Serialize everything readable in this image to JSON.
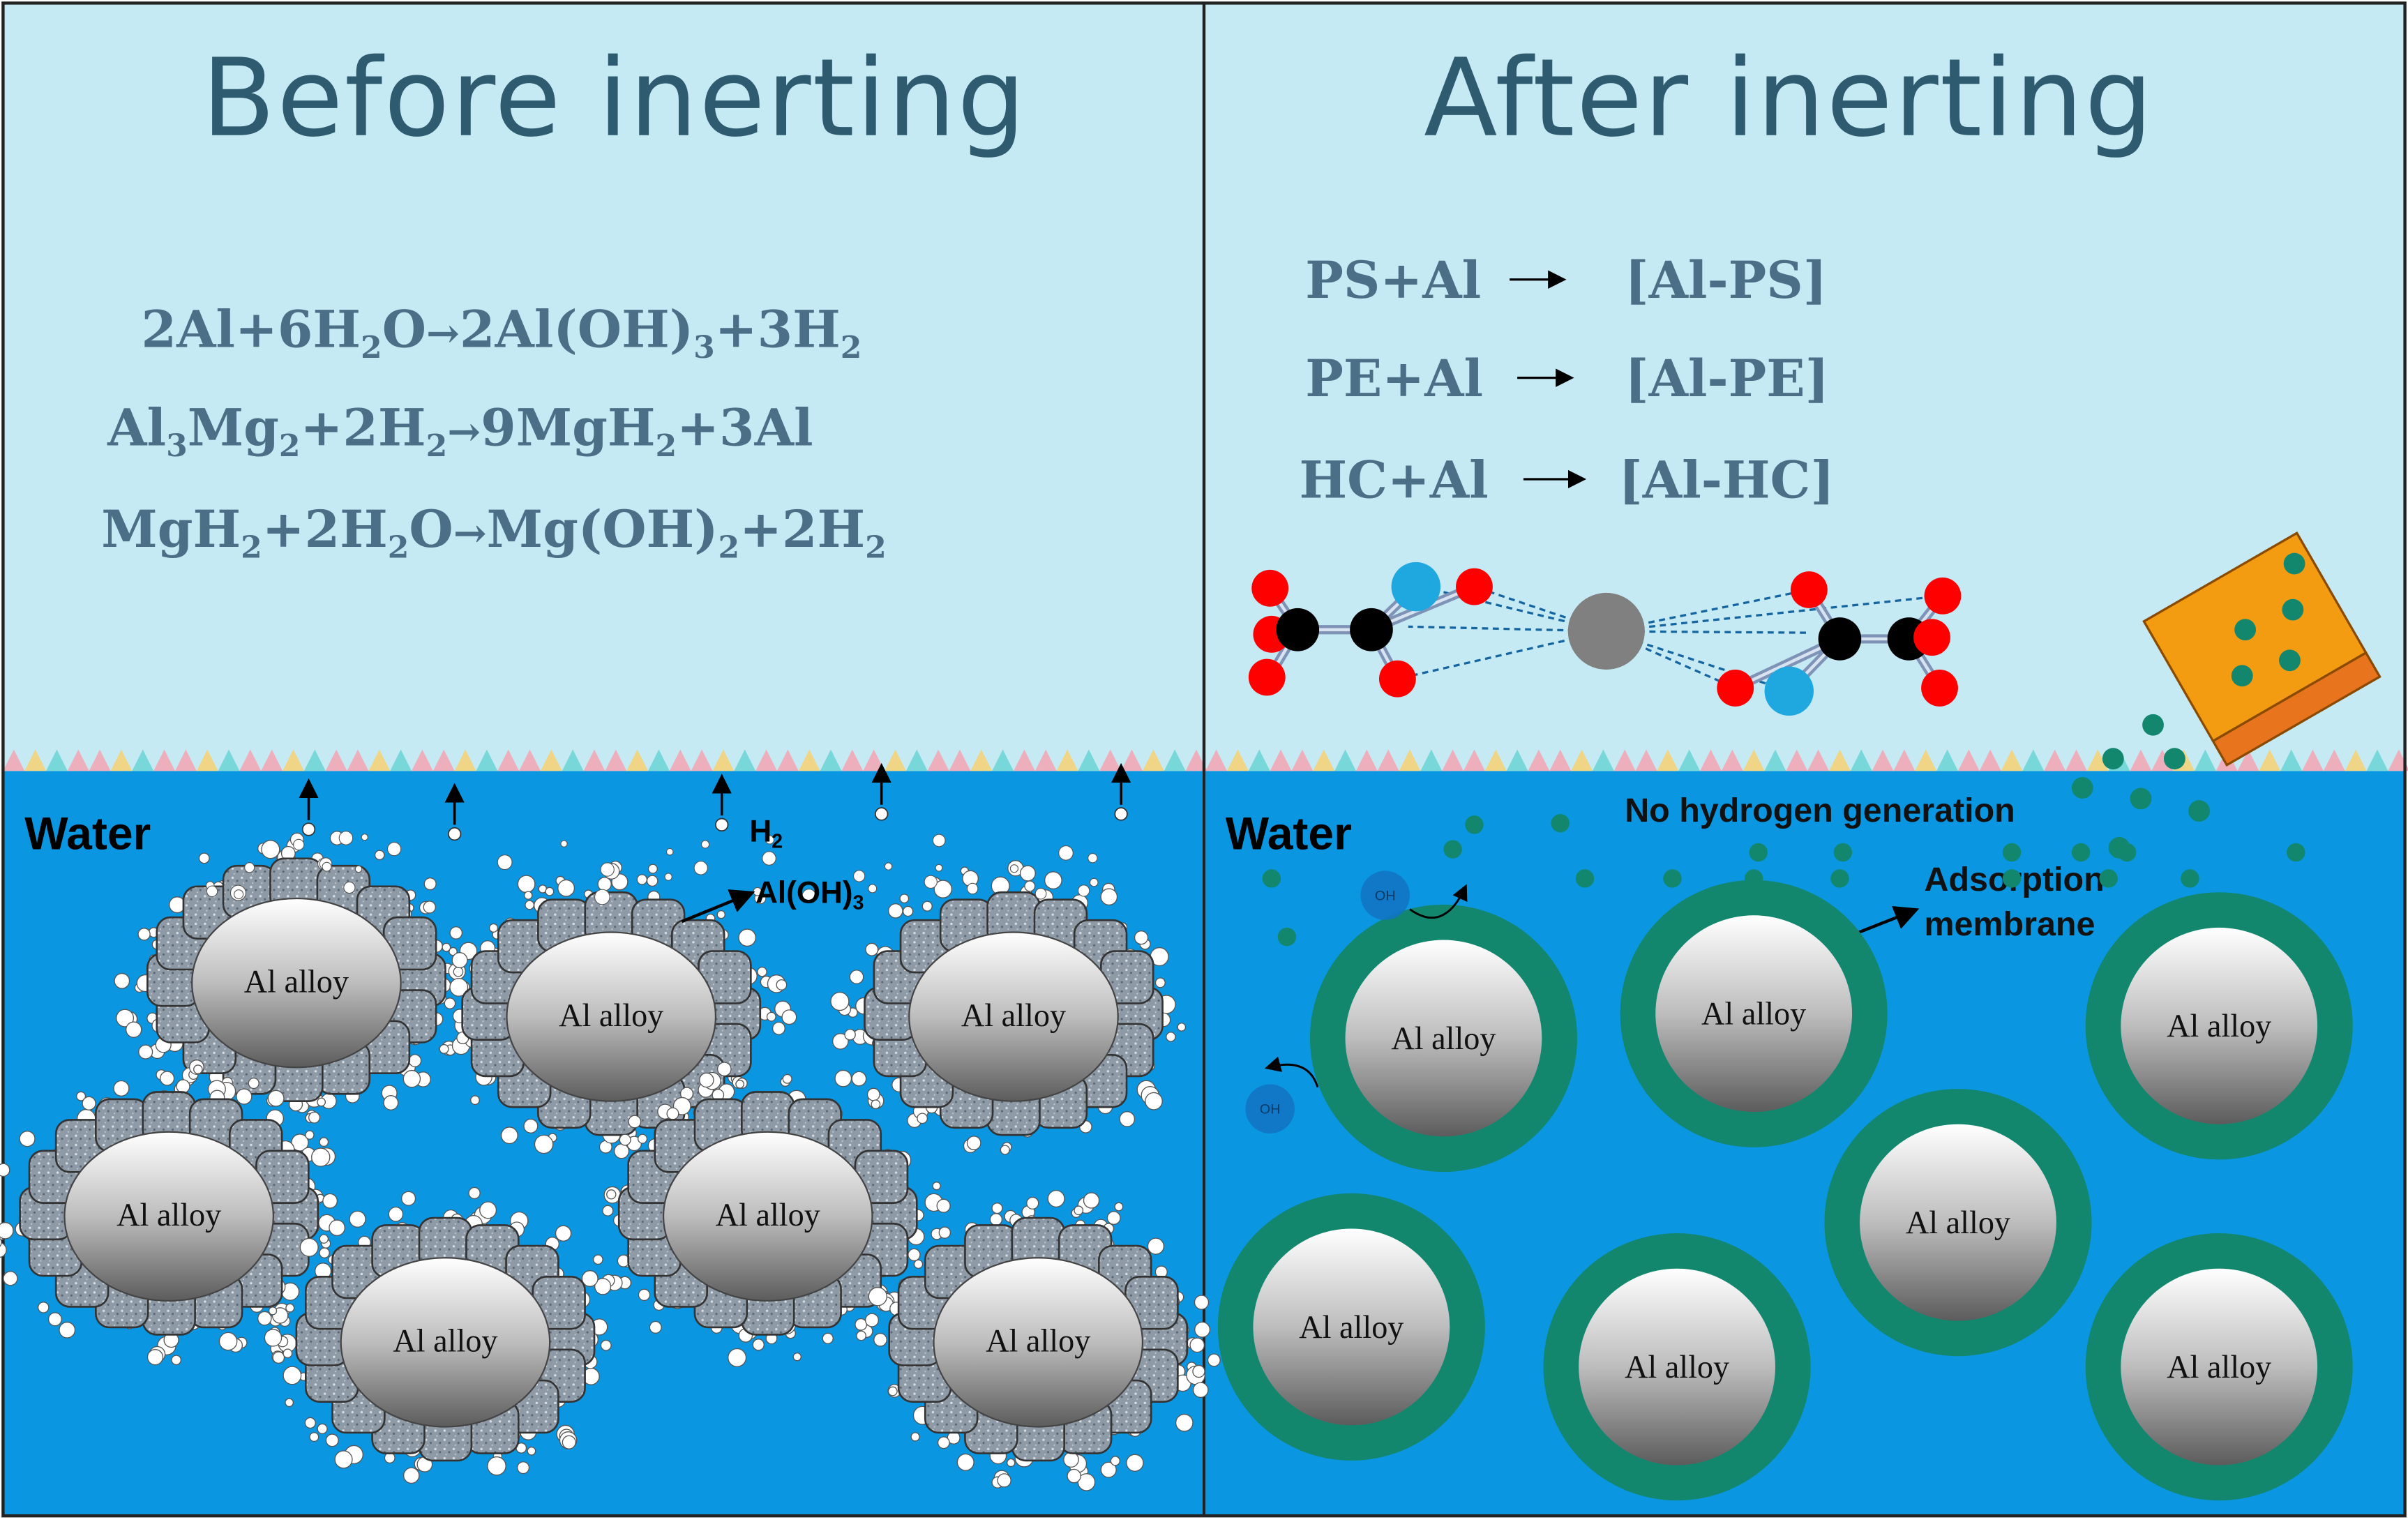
{
  "panels": {
    "before": {
      "title": "Before inerting",
      "equations": [
        {
          "parts": [
            "2Al+6H",
            "2",
            "O",
            "→",
            "2Al(OH)",
            "3",
            "+3H",
            "2"
          ]
        },
        {
          "parts": [
            "Al",
            "3",
            "Mg",
            "2",
            "+2H",
            "2",
            "→",
            "9MgH",
            "2",
            "+3Al"
          ]
        },
        {
          "parts": [
            "MgH",
            "2",
            "+2H",
            "2",
            "O",
            "→",
            "Mg(OH)",
            "2",
            "+2H",
            "2"
          ]
        }
      ],
      "water_label": "Water",
      "h2_label": "H",
      "h2_sub": "2",
      "aloh_label": "Al(OH)",
      "aloh_sub": "3",
      "alloy_label": "Al alloy"
    },
    "after": {
      "title": "After inerting",
      "reactions": [
        {
          "left": "PS+Al",
          "right": "[Al-PS]"
        },
        {
          "left": "PE+Al",
          "right": "[Al-PE]"
        },
        {
          "left": "HC+Al",
          "right": "[Al-HC]"
        }
      ],
      "water_label": "Water",
      "no_h2_label": "No hydrogen generation",
      "membrane_label_1": "Adsorption",
      "membrane_label_2": "membrane",
      "oh_label": "OH",
      "alloy_label": "Al alloy"
    }
  },
  "colors": {
    "sky": "#c5eaf4",
    "water": "#0a96e0",
    "membrane": "#12876e",
    "dot": "#12876e",
    "box": "#f39c12",
    "oxygen": "#ff0000",
    "carbon": "#000000",
    "nitrogen": "#1fa8e0",
    "metal": "#808080"
  }
}
